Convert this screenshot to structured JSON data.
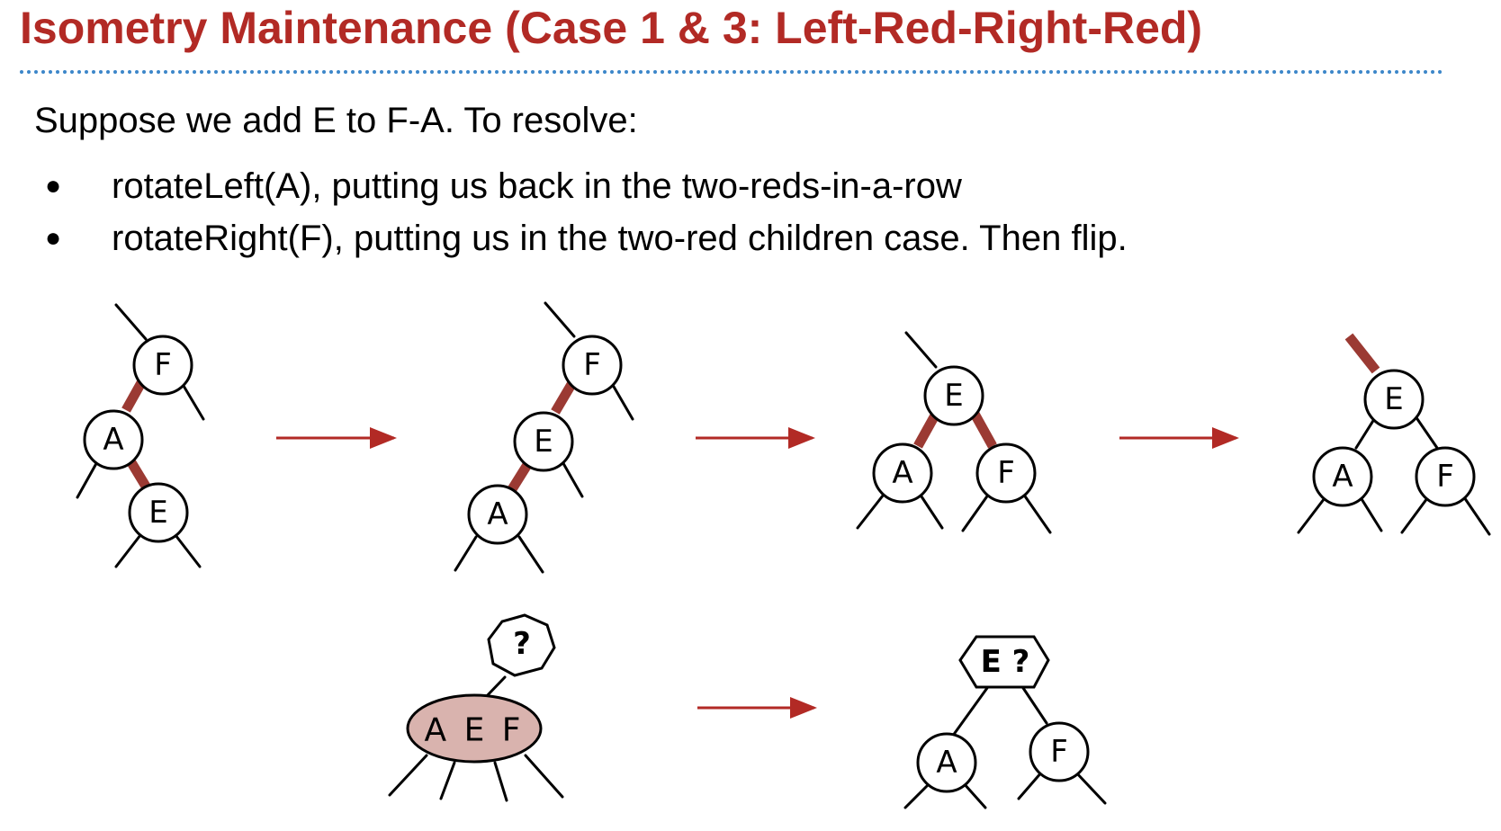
{
  "slide": {
    "title": "Isometry Maintenance (Case 1 & 3: Left-Red-Right-Red)",
    "intro": "Suppose we add E to F-A. To resolve:",
    "bullets": [
      "rotateLeft(A), putting us back in the two-reds-in-a-row",
      "rotateRight(F), putting us in the two-red children case. Then flip."
    ],
    "bullet_glyph": "●"
  },
  "colors": {
    "title": "#b22a25",
    "title_rule": "#3c86c9",
    "red_link": "#9b3a33",
    "arrow": "#b22a25",
    "merged_node_fill": "#d9b3ae"
  },
  "diagram": {
    "step1": {
      "top": "F",
      "middle": "A",
      "bottom": "E"
    },
    "step2": {
      "top": "F",
      "middle": "E",
      "bottom": "A"
    },
    "step3": {
      "root": "E",
      "left": "A",
      "right": "F"
    },
    "step4": {
      "root": "E",
      "left": "A",
      "right": "F"
    },
    "tree234_before": {
      "parent": "?",
      "node": "A E F"
    },
    "tree234_after": {
      "parent": "E ?",
      "left": "A",
      "right": "F"
    }
  }
}
